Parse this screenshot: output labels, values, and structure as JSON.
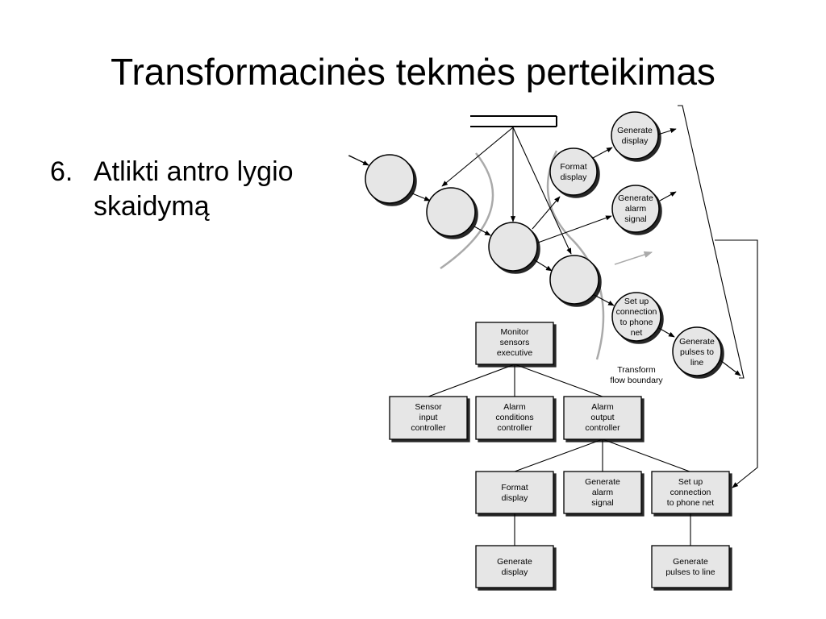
{
  "slide": {
    "title": "Transformacinės tekmės perteikimas",
    "bullet_number": "6.",
    "bullet_text": "Atlikti antro lygio skaidymą"
  },
  "flow_diagram": {
    "bubbles": {
      "generate_display": [
        "Generate",
        "display"
      ],
      "format_display": [
        "Format",
        "display"
      ],
      "generate_alarm_signal": [
        "Generate",
        "alarm",
        "signal"
      ],
      "set_up_connection": [
        "Set up",
        "connection",
        "to phone",
        "net"
      ],
      "generate_pulses": [
        "Generate",
        "pulses to",
        "line"
      ]
    },
    "boundary_label": [
      "Transform",
      "flow boundary"
    ]
  },
  "structure_chart": {
    "modules": {
      "monitor_sensors_executive": [
        "Monitor",
        "sensors",
        "executive"
      ],
      "sensor_input_controller": [
        "Sensor",
        "input",
        "controller"
      ],
      "alarm_conditions_controller": [
        "Alarm",
        "conditions",
        "controller"
      ],
      "alarm_output_controller": [
        "Alarm",
        "output",
        "controller"
      ],
      "format_display": [
        "Format",
        "display"
      ],
      "generate_alarm_signal": [
        "Generate",
        "alarm",
        "signal"
      ],
      "set_up_connection": [
        "Set up",
        "connection",
        "to phone net"
      ],
      "generate_display": [
        "Generate",
        "display"
      ],
      "generate_pulses_to_line": [
        "Generate",
        "pulses to line"
      ]
    }
  }
}
